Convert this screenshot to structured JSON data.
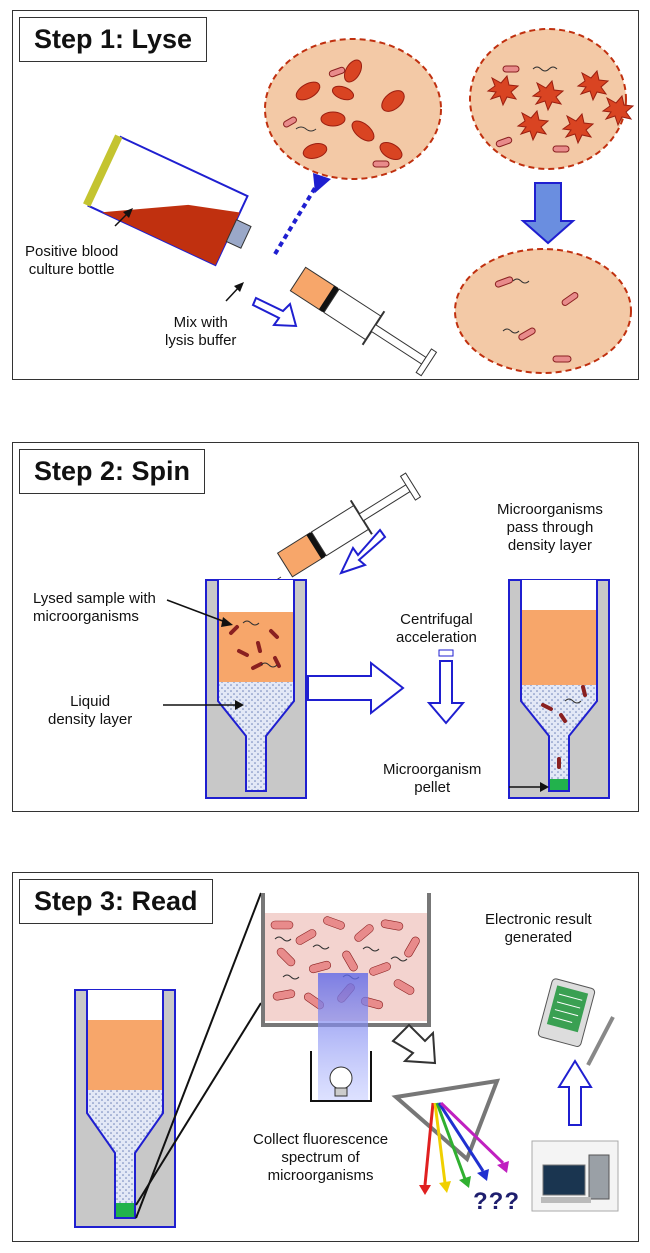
{
  "colors": {
    "blood": "#c0300f",
    "rbc": "#d94422",
    "tube_blue": "#1f1fd0",
    "orange_sample": "#f7a66a",
    "plasma_bg": "#f3c9a6",
    "density_layer": "#cfd9ef",
    "pellet": "#22b24c",
    "bacteria": "#e88b8b"
  },
  "step1": {
    "title": "Step 1: Lyse",
    "label_bottle": "Positive blood\nculture bottle",
    "label_mix": "Mix with\nlysis buffer"
  },
  "step2": {
    "title": "Step 2: Spin",
    "label_lysed": "Lysed sample with\nmicroorganisms",
    "label_density": "Liquid\ndensity layer",
    "label_centrifugal": "Centrifugal\nacceleration",
    "label_pass": "Microorganisms\npass through\ndensity layer",
    "label_pellet": "Microorganism\npellet"
  },
  "step3": {
    "title": "Step 3: Read",
    "label_electronic": "Electronic result\ngenerated",
    "label_collect": "Collect fluorescence\nspectrum of\nmicroorganisms",
    "label_unknown": "???"
  }
}
